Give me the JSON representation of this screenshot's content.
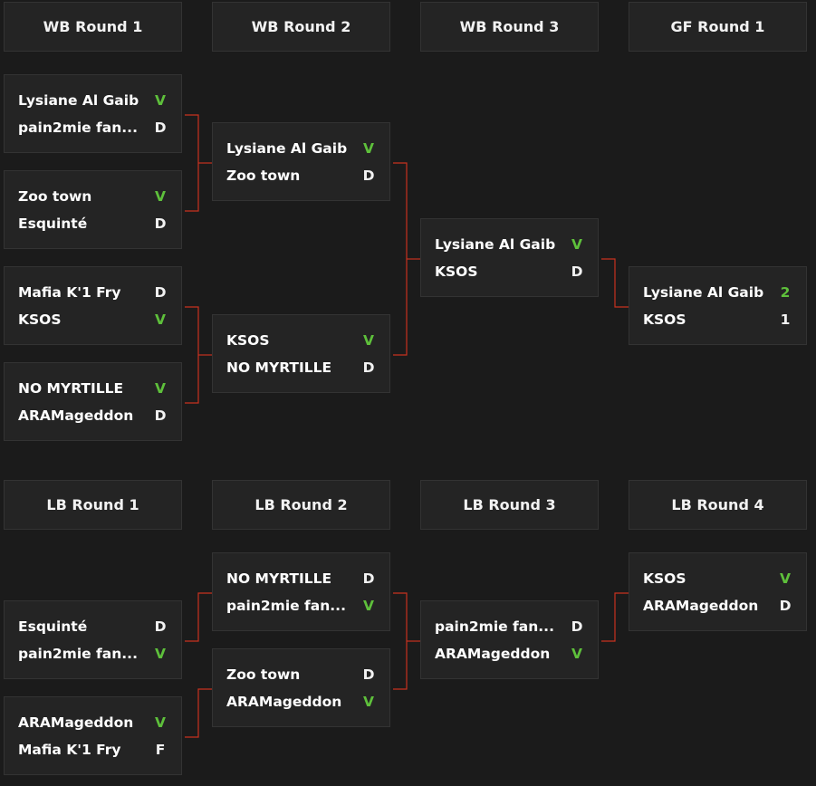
{
  "winners_bracket": {
    "rounds": [
      "WB Round 1",
      "WB Round 2",
      "WB Round 3",
      "GF Round 1"
    ],
    "round1": [
      {
        "top": {
          "name": "Lysiane Al Gaib",
          "result": "V"
        },
        "bottom": {
          "name": "pain2mie fan...",
          "result": "D"
        }
      },
      {
        "top": {
          "name": "Zoo town",
          "result": "V"
        },
        "bottom": {
          "name": "Esquinté",
          "result": "D"
        }
      },
      {
        "top": {
          "name": "Mafia K'1 Fry",
          "result": "D"
        },
        "bottom": {
          "name": "KSOS",
          "result": "V"
        }
      },
      {
        "top": {
          "name": "NO MYRTILLE",
          "result": "V"
        },
        "bottom": {
          "name": "ARAMageddon",
          "result": "D"
        }
      }
    ],
    "round2": [
      {
        "top": {
          "name": "Lysiane Al Gaib",
          "result": "V"
        },
        "bottom": {
          "name": "Zoo town",
          "result": "D"
        }
      },
      {
        "top": {
          "name": "KSOS",
          "result": "V"
        },
        "bottom": {
          "name": "NO MYRTILLE",
          "result": "D"
        }
      }
    ],
    "round3": [
      {
        "top": {
          "name": "Lysiane Al Gaib",
          "result": "V"
        },
        "bottom": {
          "name": "KSOS",
          "result": "D"
        }
      }
    ],
    "grand_final": [
      {
        "top": {
          "name": "Lysiane Al Gaib",
          "result": "2"
        },
        "bottom": {
          "name": "KSOS",
          "result": "1"
        }
      }
    ]
  },
  "losers_bracket": {
    "rounds": [
      "LB Round 1",
      "LB Round 2",
      "LB Round 3",
      "LB Round 4"
    ],
    "round1": [
      {
        "top": {
          "name": "Esquinté",
          "result": "D"
        },
        "bottom": {
          "name": "pain2mie fan...",
          "result": "V"
        }
      },
      {
        "top": {
          "name": "ARAMageddon",
          "result": "V"
        },
        "bottom": {
          "name": "Mafia K'1 Fry",
          "result": "F"
        }
      }
    ],
    "round2": [
      {
        "top": {
          "name": "NO MYRTILLE",
          "result": "D"
        },
        "bottom": {
          "name": "pain2mie fan...",
          "result": "V"
        }
      },
      {
        "top": {
          "name": "Zoo town",
          "result": "D"
        },
        "bottom": {
          "name": "ARAMageddon",
          "result": "V"
        }
      }
    ],
    "round3": [
      {
        "top": {
          "name": "pain2mie fan...",
          "result": "D"
        },
        "bottom": {
          "name": "ARAMageddon",
          "result": "V"
        }
      }
    ],
    "round4": [
      {
        "top": {
          "name": "KSOS",
          "result": "V"
        },
        "bottom": {
          "name": "ARAMageddon",
          "result": "D"
        }
      }
    ]
  },
  "colors": {
    "background": "#1b1b1b",
    "card": "#242424",
    "win": "#5ec03b",
    "connector": "#c8321f"
  }
}
